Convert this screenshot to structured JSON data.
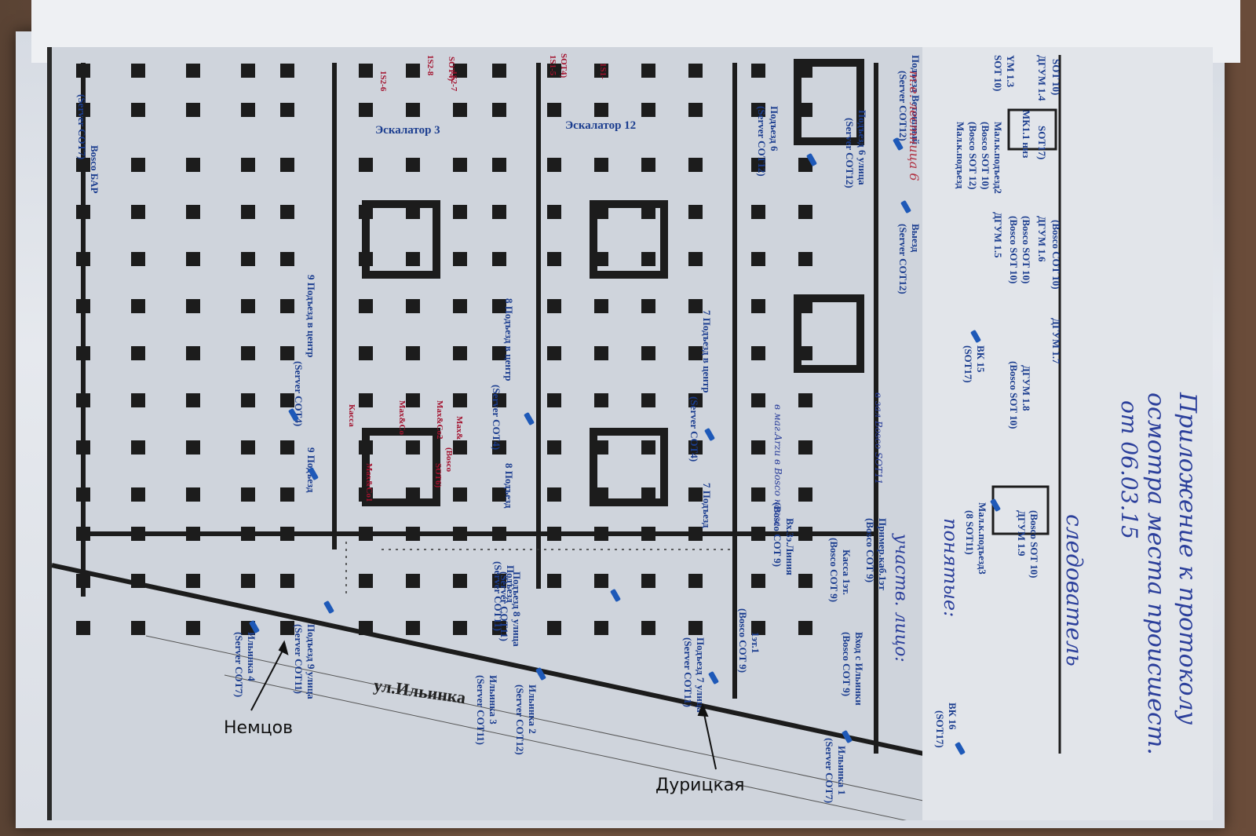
{
  "street": {
    "name": "ул.Ильинка"
  },
  "escalators": [
    {
      "id": "esc3",
      "label": "Эскалатор 3"
    },
    {
      "id": "esc12",
      "label": "Эскалатор 12"
    }
  ],
  "entrance_labels": [
    {
      "id": "p9c",
      "label": "9 Подъезд в центр"
    },
    {
      "id": "p9cs",
      "label": "(Server COT4)"
    },
    {
      "id": "p9",
      "label": "9 Подъезд"
    },
    {
      "id": "p8c",
      "label": "8 Подъезд в центр"
    },
    {
      "id": "p8cs",
      "label": "(Server COT4)"
    },
    {
      "id": "p8",
      "label": "8 Подъезд"
    },
    {
      "id": "p7c",
      "label": "7 Подъезд в центр"
    },
    {
      "id": "p7cs",
      "label": "(Server COT4)"
    },
    {
      "id": "p7",
      "label": "7 Подъезд"
    },
    {
      "id": "vetosh",
      "label": "Подъезд Ветошный"
    },
    {
      "id": "vetoshs",
      "label": "(Server COT12)"
    },
    {
      "id": "p6",
      "label": "Подъезд 6"
    },
    {
      "id": "p6s",
      "label": "(Server COT12)"
    },
    {
      "id": "p6u",
      "label": "Подъезд 6 улица"
    },
    {
      "id": "p6us",
      "label": "(Server COT12)"
    },
    {
      "id": "vyezd",
      "label": "Выезд"
    },
    {
      "id": "vyezds",
      "label": "(Server COT12)"
    },
    {
      "id": "boscobar",
      "label": "Bosco БАР"
    },
    {
      "id": "boscobars",
      "label": "(Server COT7)"
    },
    {
      "id": "il4",
      "label": "Ильинка 4"
    },
    {
      "id": "il4s",
      "label": "(Server COT7)"
    },
    {
      "id": "p9u",
      "label": "Подъезд 9 улица"
    },
    {
      "id": "p9us",
      "label": "(Server COT11)"
    },
    {
      "id": "p8",
      "label": "Подъезд 8 улица"
    },
    {
      "id": "p8s",
      "label": "(Server COT11)"
    },
    {
      "id": "il3",
      "label": "Ильинка 3"
    },
    {
      "id": "il3s",
      "label": "(Server COT11)"
    },
    {
      "id": "il2",
      "label": "Ильинка 2"
    },
    {
      "id": "il2s",
      "label": "(Server COT12)"
    },
    {
      "id": "p7u",
      "label": "Подъезд 7 улица"
    },
    {
      "id": "p7us",
      "label": "(Server COT11)"
    },
    {
      "id": "t1",
      "label": "1эт.1"
    },
    {
      "id": "t1s",
      "label": "(Bosco COT 9)"
    },
    {
      "id": "vil",
      "label": "Вход с Ильинки"
    },
    {
      "id": "vils",
      "label": "(Bosco COT 9)"
    },
    {
      "id": "il1",
      "label": "Ильинка 1"
    },
    {
      "id": "il1s",
      "label": "(Server COT7)"
    },
    {
      "id": "kassa1",
      "label": "Касса 1эт."
    },
    {
      "id": "kassa1s",
      "label": "(Bosco COT 9)"
    },
    {
      "id": "primer",
      "label": "Пример.каб.1эт"
    },
    {
      "id": "primers",
      "label": "(Bosco COT 9)"
    },
    {
      "id": "vh3",
      "label": "Вх.3э.Линия"
    },
    {
      "id": "vh3s",
      "label": "(Bosco COT 9)"
    },
    {
      "id": "podezd",
      "label": "Подъезд"
    },
    {
      "id": "podezds",
      "label": "(Server COT11)"
    }
  ],
  "shop_labels": [
    {
      "id": "s1",
      "label": "SOT4)"
    },
    {
      "id": "s2",
      "label": "1S2-8"
    },
    {
      "id": "s3",
      "label": "1S2-6"
    },
    {
      "id": "s4",
      "label": "1S2-7"
    },
    {
      "id": "s5",
      "label": "SOT4)"
    },
    {
      "id": "s6",
      "label": "1S1-5"
    },
    {
      "id": "s7",
      "label": "1S1-"
    },
    {
      "id": "s8",
      "label": "Max&Co2"
    },
    {
      "id": "s9",
      "label": "Max&"
    },
    {
      "id": "s10",
      "label": "(Bosco"
    },
    {
      "id": "s11",
      "label": "SOT6)"
    },
    {
      "id": "s12",
      "label": "Касса"
    },
    {
      "id": "s13",
      "label": "Max&Co"
    },
    {
      "id": "s14",
      "label": "Max&Co1"
    }
  ],
  "top_strip_labels": [
    {
      "id": "t1",
      "label": "SOT 10)"
    },
    {
      "id": "t2",
      "label": "ДГУМ 1.4"
    },
    {
      "id": "t3",
      "label": "YM 1.3"
    },
    {
      "id": "t4",
      "label": "SOT 10)"
    },
    {
      "id": "t5",
      "label": "SOT17)"
    },
    {
      "id": "t6",
      "label": "МК1.1 низ"
    },
    {
      "id": "t7",
      "label": "Мал.к.подъезд2"
    },
    {
      "id": "t8",
      "label": "(Bosco SOT 10)"
    },
    {
      "id": "t9",
      "label": "(Bosco COT 10)"
    },
    {
      "id": "t10",
      "label": "ДГУМ 1.7"
    },
    {
      "id": "t11",
      "label": "(Bosco SOT 10)"
    },
    {
      "id": "t12",
      "label": "ДГУМ 1.6"
    },
    {
      "id": "t13",
      "label": "(Bosco SOT 10)"
    },
    {
      "id": "t14",
      "label": "ДГУМ 1.5"
    },
    {
      "id": "t15",
      "label": "ВК 15"
    },
    {
      "id": "t16",
      "label": "(SOT17)"
    },
    {
      "id": "t17",
      "label": "ДГУМ 1.8"
    },
    {
      "id": "t18",
      "label": "(Bosco SOT 10)"
    },
    {
      "id": "t19",
      "label": "Мал.к.подъезд3"
    },
    {
      "id": "t20",
      "label": "(8 SOT11)"
    },
    {
      "id": "t21",
      "label": "(Bosco SOT 10)"
    },
    {
      "id": "t22",
      "label": "ДГУМ 1.9"
    },
    {
      "id": "t23",
      "label": "ВК 16"
    },
    {
      "id": "t24",
      "label": "(SOT17)"
    },
    {
      "id": "t25",
      "label": "(Bosco SOT 12)"
    },
    {
      "id": "t26",
      "label": "Мал.к.подъезд"
    }
  ],
  "handwriting": {
    "line1": "Приложение к протоколу",
    "line2": "осмотра места происшест.",
    "line3": "от 06.03.15",
    "line4": "следователь",
    "line5": "понятые:",
    "line6": "участв. лицо:",
    "note1": "т.е. лестница 6",
    "note2": "в зал Bosco SOT11",
    "note3": "в маг.Arzu в Bosco касса"
  },
  "markers": [
    {
      "id": "nemtsov",
      "label": "Немцов"
    },
    {
      "id": "duritskaya",
      "label": "Дурицкая"
    }
  ],
  "colors": {
    "blue_text": "#1b3d8f",
    "red_text": "#a3122e",
    "camera": "#1e59b8"
  }
}
